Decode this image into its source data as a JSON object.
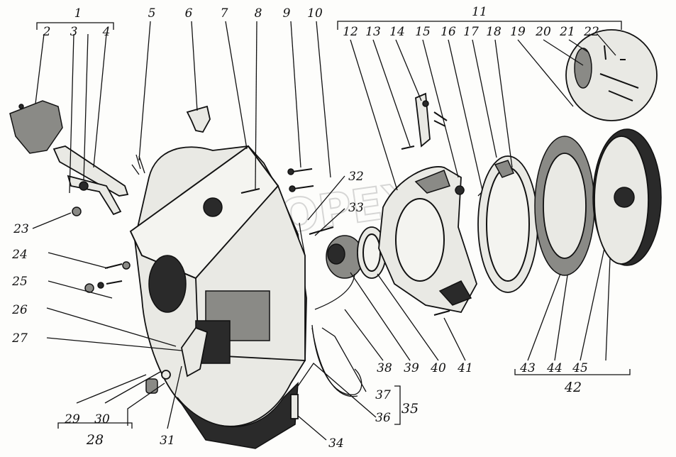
{
  "diagram": {
    "watermark_text": "OPEX",
    "callouts": [
      {
        "id": "1",
        "text": "1"
      },
      {
        "id": "2",
        "text": "2"
      },
      {
        "id": "3",
        "text": "3"
      },
      {
        "id": "4",
        "text": "4"
      },
      {
        "id": "5",
        "text": "5"
      },
      {
        "id": "6",
        "text": "6"
      },
      {
        "id": "7",
        "text": "7"
      },
      {
        "id": "8",
        "text": "8"
      },
      {
        "id": "9",
        "text": "9"
      },
      {
        "id": "10",
        "text": "10"
      },
      {
        "id": "11",
        "text": "11"
      },
      {
        "id": "12",
        "text": "12"
      },
      {
        "id": "13",
        "text": "13"
      },
      {
        "id": "14",
        "text": "14"
      },
      {
        "id": "15",
        "text": "15"
      },
      {
        "id": "16",
        "text": "16"
      },
      {
        "id": "17",
        "text": "17"
      },
      {
        "id": "18",
        "text": "18"
      },
      {
        "id": "19",
        "text": "19"
      },
      {
        "id": "20",
        "text": "20"
      },
      {
        "id": "21",
        "text": "21"
      },
      {
        "id": "22",
        "text": "22"
      },
      {
        "id": "23",
        "text": "23"
      },
      {
        "id": "24",
        "text": "24"
      },
      {
        "id": "25",
        "text": "25"
      },
      {
        "id": "26",
        "text": "26"
      },
      {
        "id": "27",
        "text": "27"
      },
      {
        "id": "28",
        "text": "28"
      },
      {
        "id": "29",
        "text": "29"
      },
      {
        "id": "30",
        "text": "30"
      },
      {
        "id": "31",
        "text": "31"
      },
      {
        "id": "32",
        "text": "32"
      },
      {
        "id": "33",
        "text": "33"
      },
      {
        "id": "34",
        "text": "34"
      },
      {
        "id": "35",
        "text": "35"
      },
      {
        "id": "36",
        "text": "36"
      },
      {
        "id": "37",
        "text": "37"
      },
      {
        "id": "38",
        "text": "38"
      },
      {
        "id": "39",
        "text": "39"
      },
      {
        "id": "40",
        "text": "40"
      },
      {
        "id": "41",
        "text": "41"
      },
      {
        "id": "42",
        "text": "42"
      },
      {
        "id": "43",
        "text": "43"
      },
      {
        "id": "44",
        "text": "44"
      },
      {
        "id": "45",
        "text": "45"
      }
    ]
  }
}
